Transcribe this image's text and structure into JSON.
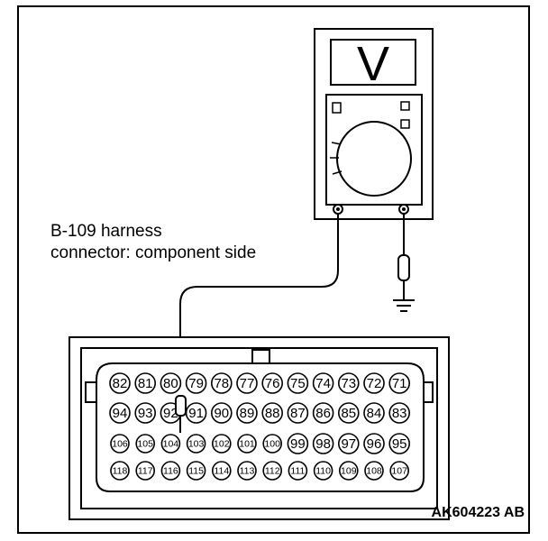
{
  "meter": {
    "display_symbol": "V"
  },
  "callout": {
    "line1": "B-109 harness",
    "line2": "connector: component side"
  },
  "doc_id": "AK604223 AB",
  "connector": {
    "probe_pin": "104",
    "rows": [
      [
        "82",
        "81",
        "80",
        "79",
        "78",
        "77",
        "76",
        "75",
        "74",
        "73",
        "72",
        "71"
      ],
      [
        "94",
        "93",
        "92",
        "91",
        "90",
        "89",
        "88",
        "87",
        "86",
        "85",
        "84",
        "83"
      ],
      [
        "106",
        "105",
        "104",
        "103",
        "102",
        "101",
        "100",
        "99",
        "98",
        "97",
        "96",
        "95"
      ],
      [
        "118",
        "117",
        "116",
        "115",
        "114",
        "113",
        "112",
        "111",
        "110",
        "109",
        "108",
        "107"
      ]
    ]
  }
}
